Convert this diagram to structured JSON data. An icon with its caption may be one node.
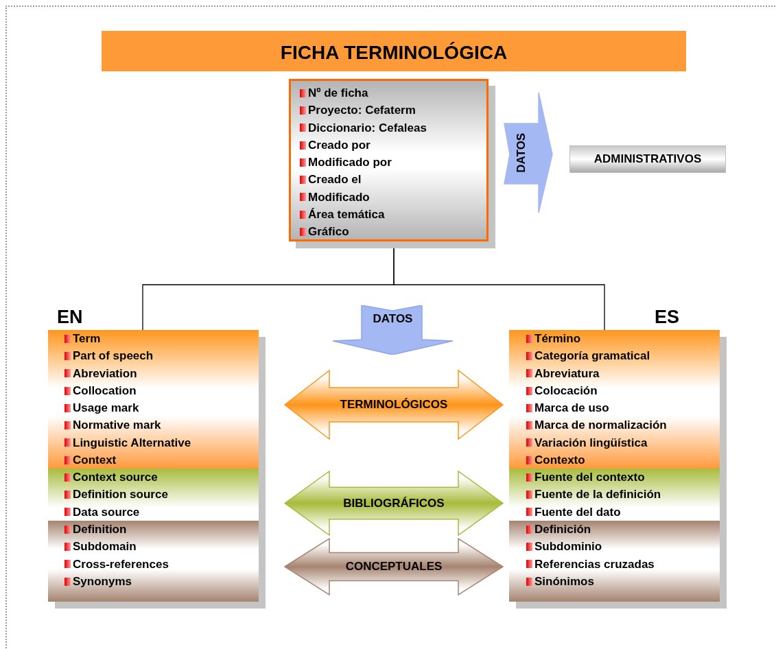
{
  "diagram": {
    "title": "FICHA TERMINOLÓGICA",
    "nodes": [
      {
        "text": [
          "Nº de ficha",
          "Proyecto: Cefaterm",
          "Diccionario: Cefaleas",
          "Creado por",
          "Modificado por",
          "Creado el",
          "Modificado",
          "Área temática",
          "Gráfico"
        ]
      },
      {
        "text": [
          "ADMINISTRATIVOS"
        ]
      },
      {
        "text": [
          "EN"
        ]
      },
      {
        "text": [
          "Term",
          "Part of speech",
          "Abreviation",
          "Collocation",
          "Usage mark",
          "Normative mark",
          "Linguistic Alternative",
          "Context"
        ],
        "in": 2
      },
      {
        "text": [
          "Context source",
          "Definition source",
          "Data source"
        ],
        "in": 2
      },
      {
        "text": [
          "Definition",
          "Subdomain",
          "Cross-references",
          "Synonyms"
        ],
        "in": 2
      },
      {
        "text": [
          "DATOS"
        ]
      },
      {
        "text": [
          "ES"
        ]
      },
      {
        "text": [
          "Término",
          "Categoría gramatical",
          "Abreviatura",
          "Colocación",
          "Marca de uso",
          "Marca de normalización",
          "Variación lingüística",
          "Contexto"
        ],
        "in": 7
      },
      {
        "text": [
          "Fuente del contexto",
          "Fuente de la definición",
          "Fuente del dato"
        ],
        "in": 7
      },
      {
        "text": [
          "Definición",
          "Subdominio",
          "Referencias cruzadas",
          "Sinónimos"
        ],
        "in": 7
      }
    ],
    "edges": [
      {
        "from": 0,
        "to": 2,
        "arrow": "none"
      },
      {
        "from": 0,
        "to": 7,
        "arrow": "none"
      },
      {
        "from": 0,
        "to": 1,
        "arrow": "to",
        "label": "DATOS",
        "style": "thick",
        "color": "#a4b8f4"
      },
      {
        "from": 3,
        "to": 8,
        "arrow": "both",
        "label": "TERMINOLÓGICOS",
        "style": "thick",
        "color": "#ff9418"
      },
      {
        "from": 4,
        "to": 9,
        "arrow": "both",
        "label": "BIBLIOGRÁFICOS",
        "style": "thick",
        "color": "#a8bb3a"
      },
      {
        "from": 5,
        "to": 10,
        "arrow": "both",
        "label": "CONCEPTUALES",
        "style": "thick",
        "color": "#a68470"
      }
    ]
  }
}
